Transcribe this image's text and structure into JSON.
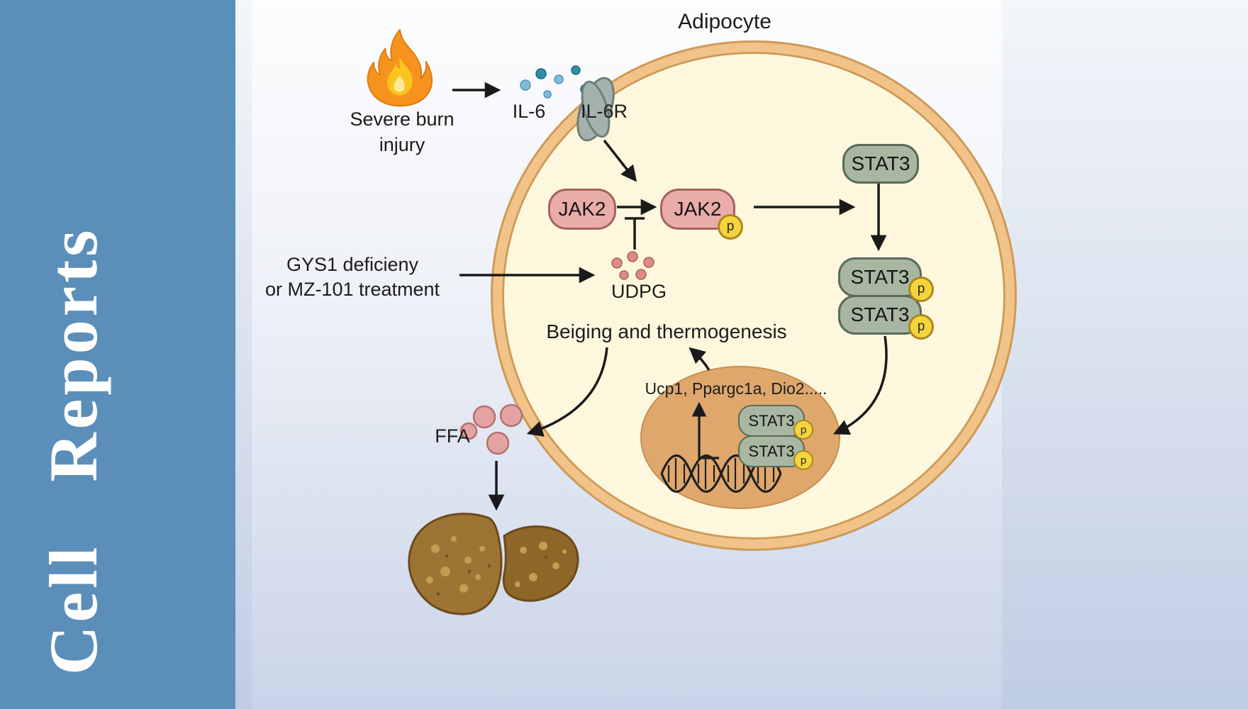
{
  "journal": {
    "name": "Cell   Reports",
    "brand_color": "#5b8fba"
  },
  "diagram": {
    "title": "Adipocyte",
    "burn_line1": "Severe burn",
    "burn_line2": "injury",
    "il6_label": "IL-6",
    "il6r_label": "IL-6R",
    "jak2_label": "JAK2",
    "phospho_label": "p",
    "gys1_line1": "GYS1 deficieny",
    "gys1_line2": "or MZ-101 treatment",
    "udpg_label": "UDPG",
    "stat3_label": "STAT3",
    "beiging_label": "Beiging and thermogenesis",
    "genes_label": "Ucp1, Ppargc1a, Dio2.....",
    "ffa_label": "FFA",
    "colors": {
      "cell_fill": "#fdf8dd",
      "cell_membrane": "#f2c388",
      "nucleus_fill": "#dfa76b",
      "jak2_fill": "#eaaca9",
      "stat3_fill": "#a9b7a2",
      "phospho_fill": "#f5d43d",
      "il6_dot_light": "#7fbcdc",
      "il6_dot_dark": "#2e8fa6",
      "udpg_dot": "#db8d84",
      "ffa_dot": "#e3a3a3",
      "arrow": "#1a1a1a"
    }
  }
}
